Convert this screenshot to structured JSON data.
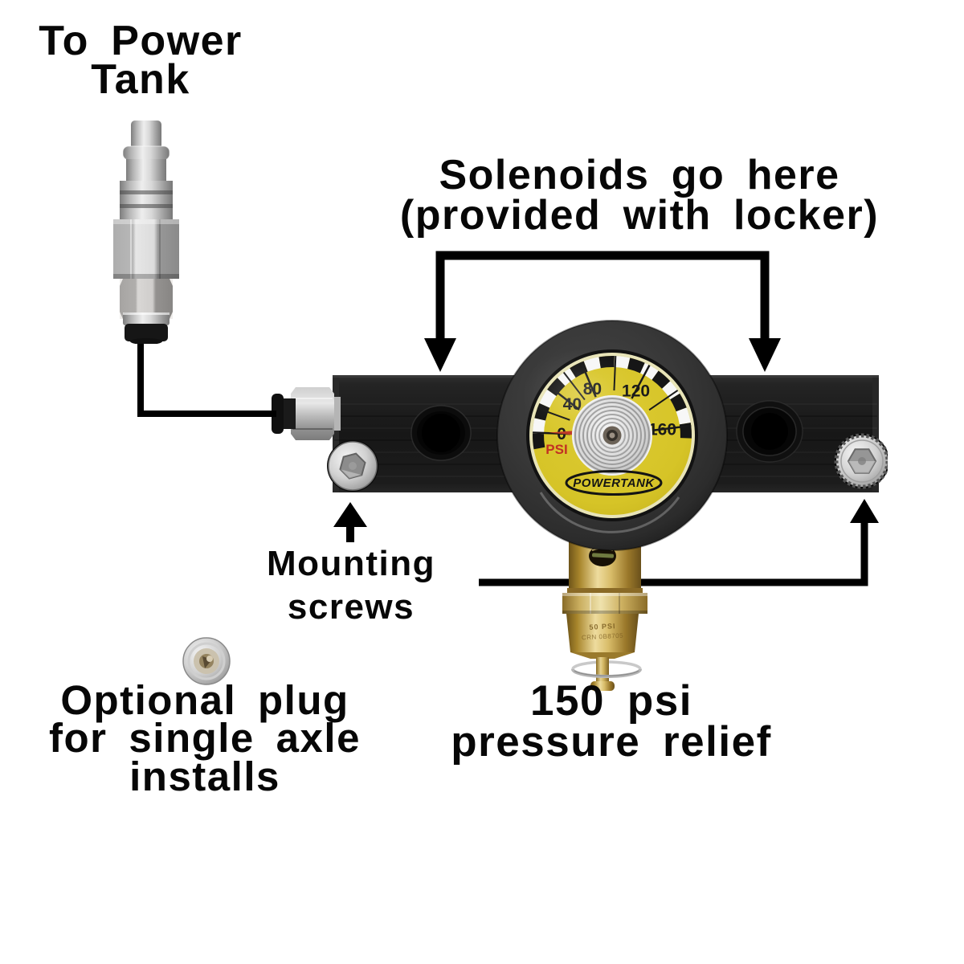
{
  "diagram": {
    "background": "#ffffff",
    "labels": {
      "to_power_tank": {
        "line1": "To Power",
        "line2": "Tank"
      },
      "solenoids": {
        "line1": "Solenoids go here",
        "line2": "(provided with locker)"
      },
      "mounting_screws": {
        "line1": "Mounting",
        "line2": "screws"
      },
      "optional_plug": {
        "line1": "Optional plug",
        "line2": "for single axle",
        "line3": "installs"
      },
      "pressure_relief": {
        "line1": "150 psi",
        "line2": "pressure relief"
      }
    },
    "gauge": {
      "brand": "POWERTANK",
      "unit_label": "PSI",
      "tick_labels": [
        "0",
        "40",
        "80",
        "120",
        "160"
      ],
      "face_color": "#d8c62c",
      "face_rim_color": "#e8e4b8",
      "band_dark": "#161616",
      "band_light": "#f7f7f7",
      "needle_color": "#bf3a26",
      "unit_color": "#c23023",
      "bezel_color": "#2c2c2c"
    },
    "valve": {
      "engraving": [
        "50 PSI",
        "CRN 0B8705"
      ]
    },
    "colors": {
      "annotation": "#000000",
      "manifold": "#1b1b1b",
      "brass": "#b6954c",
      "steel": "#c2c2c2"
    }
  }
}
